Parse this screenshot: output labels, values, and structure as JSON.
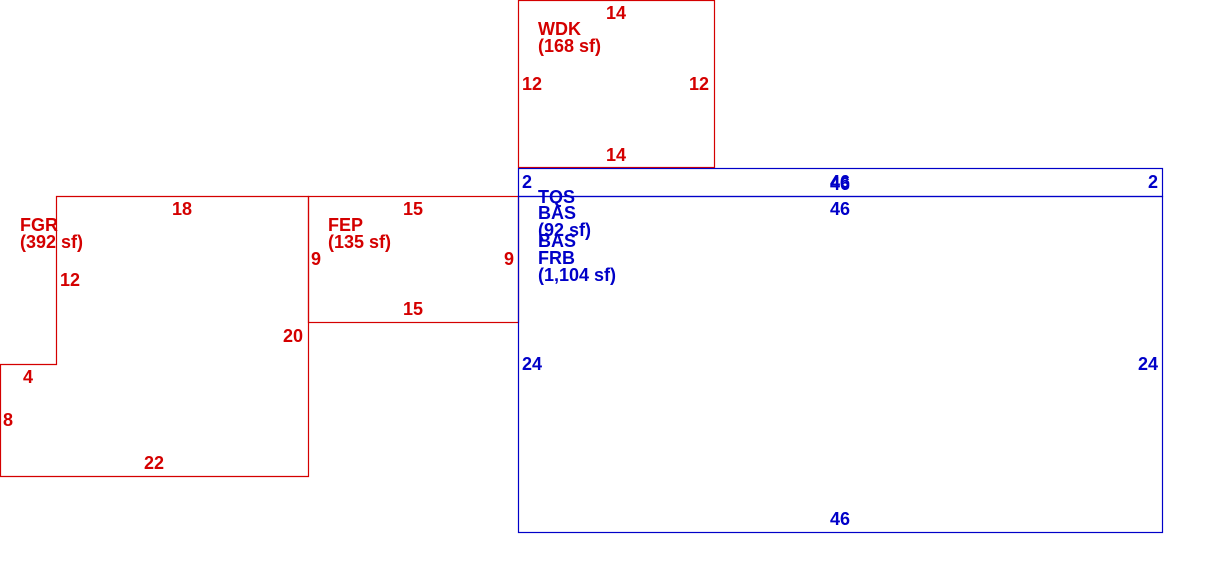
{
  "colors": {
    "red": "#d40000",
    "blue": "#0000c8"
  },
  "areas": {
    "wdk": {
      "code": "WDK",
      "area": "(168 sf)"
    },
    "fgr": {
      "code": "FGR",
      "area": "(392 sf)"
    },
    "fep": {
      "code": "FEP",
      "area": "(135 sf)"
    },
    "tqs": {
      "code": "TQS",
      "area": "(92 sf)"
    },
    "bas1": {
      "code": "BAS"
    },
    "bas2": {
      "code": "BAS"
    },
    "frb": {
      "code": "FRB",
      "area": "(1,104 sf)"
    }
  },
  "dimensions": {
    "wdk_top": "14",
    "wdk_left": "12",
    "wdk_right": "12",
    "wdk_bottom": "14",
    "fgr_top": "18",
    "fgr_left_upper": "12",
    "fgr_step": "4",
    "fgr_left_lower": "8",
    "fgr_bottom": "22",
    "fgr_right": "20",
    "fep_top": "15",
    "fep_left": "9",
    "fep_right": "9",
    "fep_bottom": "15",
    "strip_left": "2",
    "strip_top_a": "46",
    "strip_top_b": "46",
    "strip_right": "2",
    "main_top": "46",
    "main_left": "24",
    "main_right": "24",
    "main_bottom": "46"
  }
}
